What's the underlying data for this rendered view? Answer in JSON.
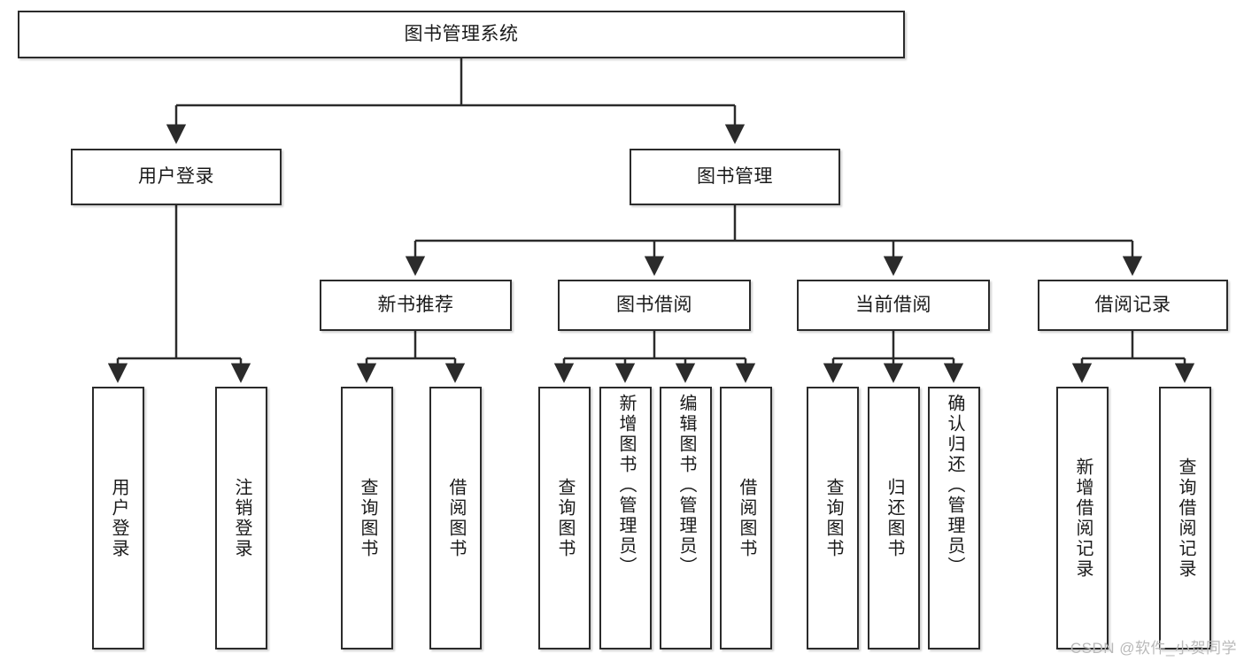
{
  "diagram": {
    "title": "图书管理系统",
    "watermark": "CSDN @软件_小贺同学",
    "root": {
      "label": "图书管理系统"
    },
    "level2": [
      {
        "label": "用户登录"
      },
      {
        "label": "图书管理"
      }
    ],
    "level3": [
      {
        "label": "新书推荐"
      },
      {
        "label": "图书借阅"
      },
      {
        "label": "当前借阅"
      },
      {
        "label": "借阅记录"
      }
    ],
    "leaves": [
      {
        "label": "用户登录"
      },
      {
        "label": "注销登录"
      },
      {
        "label": "查询图书"
      },
      {
        "label": "借阅图书"
      },
      {
        "label": "查询图书"
      },
      {
        "label": "新增图书（管理员）"
      },
      {
        "label": "编辑图书（管理员）"
      },
      {
        "label": "借阅图书"
      },
      {
        "label": "查询图书"
      },
      {
        "label": "归还图书"
      },
      {
        "label": "确认归还（管理员）"
      },
      {
        "label": "新增借阅记录"
      },
      {
        "label": "查询借阅记录"
      }
    ],
    "colors": {
      "stroke": "#2b2b2b",
      "fill": "#ffffff",
      "text": "#1a1a1a",
      "watermark": "#b9b9b9"
    }
  }
}
